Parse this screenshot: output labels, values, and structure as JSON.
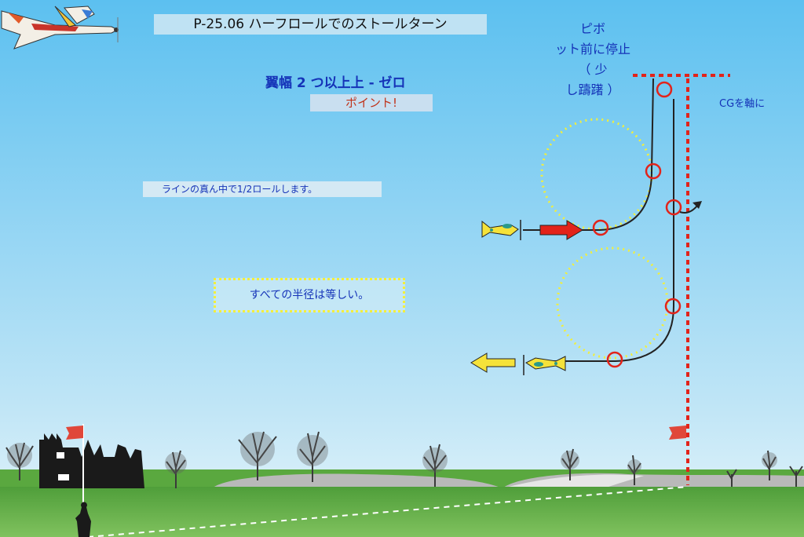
{
  "title": "P-25.06 ハーフロールでのストールターン",
  "notes": {
    "wing_span": "翼幅 2 つ以上上 - ゼロ",
    "point": "ポイント!",
    "half_roll": "ラインの真ん中で1/2ロールします。",
    "equal_radii": "すべての半径は等しい。",
    "pivot": [
      "ピボ",
      "ット前に停止",
      "（ 少",
      "し躊躇 ）"
    ],
    "cg_axis": "CGを軸に"
  },
  "colors": {
    "sky_top": "#5cc0f0",
    "sky_bottom": "#e6f5fb",
    "grass": "#4f9e3a",
    "label_blue": "#1533b8",
    "accent_red": "#e2231a",
    "dotted_yellow": "#f2ef3c",
    "aircraft_yellow": "#f5e23a"
  },
  "icons": {
    "aircraft_top_left": "aerobatic-plane-icon",
    "aircraft_entry": "yellow-plane-icon",
    "aircraft_exit": "yellow-plane-icon",
    "entry_arrow": "red-arrow-right-icon",
    "exit_arrow": "yellow-arrow-left-icon",
    "pivot_arrow": "curved-arrow-icon",
    "flag_castle": "red-flag-icon",
    "flag_center": "red-flag-icon",
    "pilot": "pilot-silhouette-icon",
    "castle": "castle-ruin-icon"
  }
}
